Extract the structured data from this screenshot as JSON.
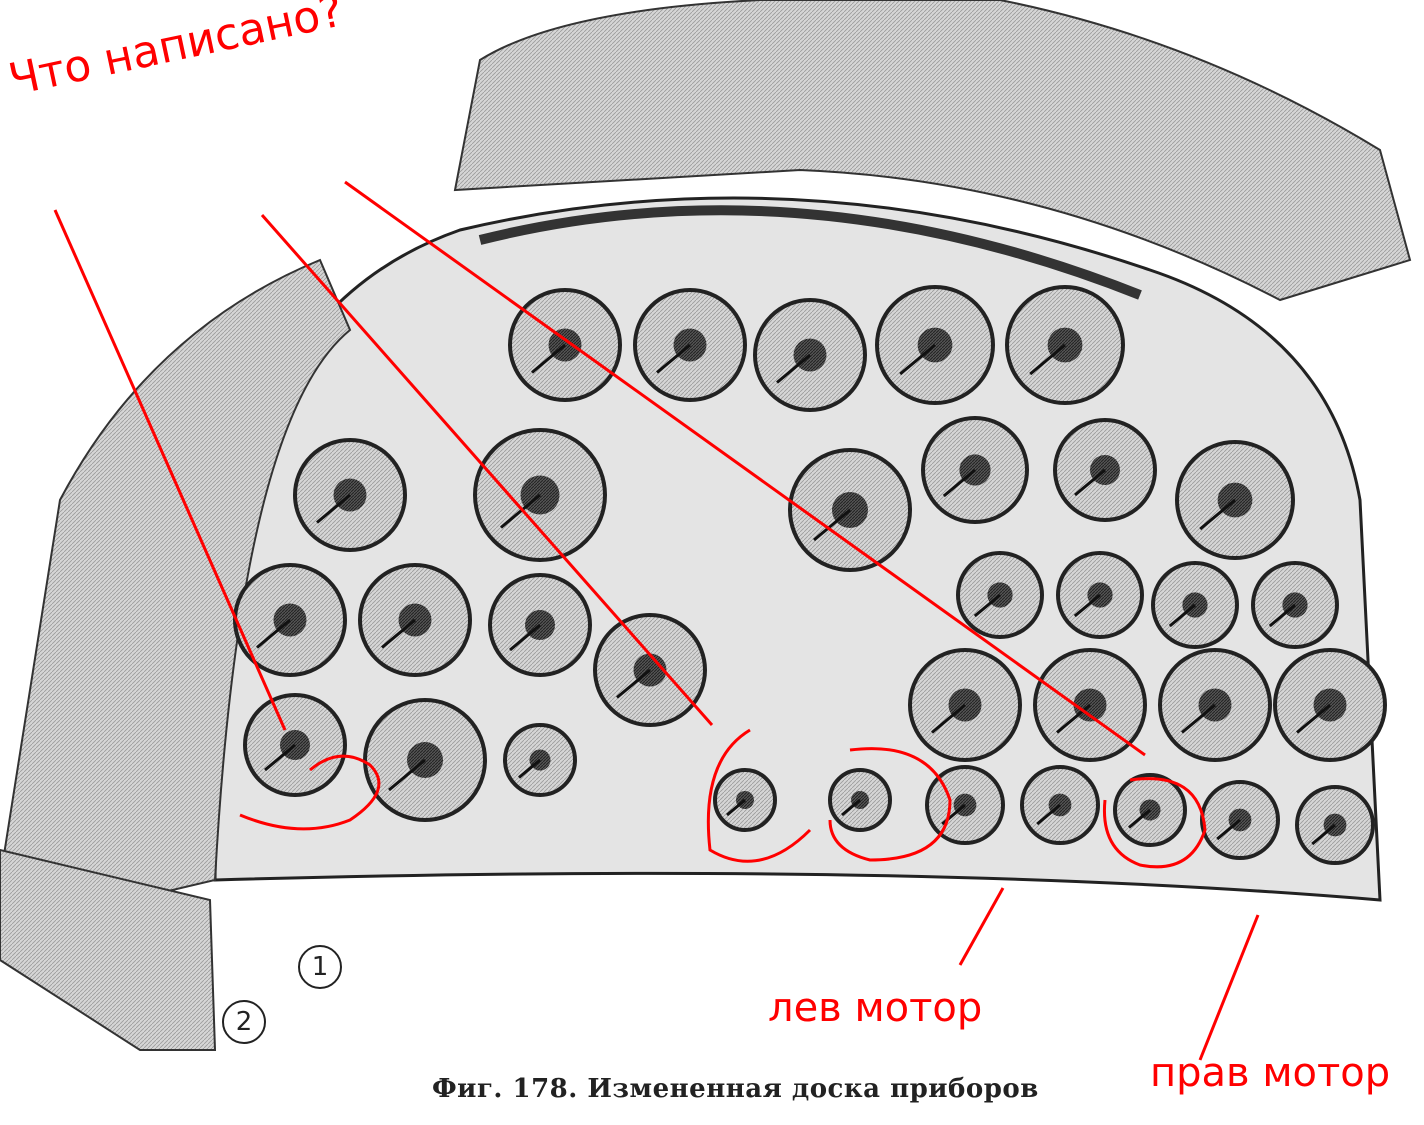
{
  "figure": {
    "caption": "Фиг. 178. Измененная доска приборов",
    "callouts": [
      "1",
      "2"
    ]
  },
  "annotations": {
    "question": "Что написано?",
    "left_engine": "лев мотор",
    "right_engine": "прав мотор",
    "color": "#ff0000"
  }
}
